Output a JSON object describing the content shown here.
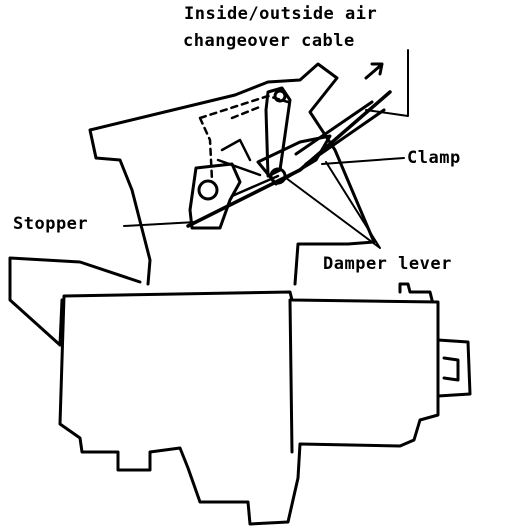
{
  "labels": {
    "cable_line1": "Inside/outside air",
    "cable_line2": "changeover cable",
    "clamp": "Clamp",
    "stopper": "Stopper",
    "damper_lever": "Damper lever"
  },
  "colors": {
    "ink": "#000000",
    "paper": "#ffffff"
  }
}
